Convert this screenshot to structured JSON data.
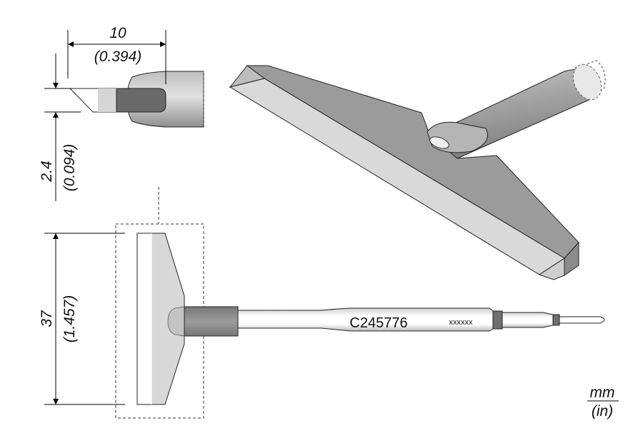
{
  "dimensions": {
    "tip_length": {
      "mm": "10",
      "in": "(0.394)"
    },
    "tip_thickness": {
      "mm": "2.4",
      "in": "(0.094)"
    },
    "blade_width": {
      "mm": "37",
      "in": "(1.457)"
    }
  },
  "cartridge": {
    "part_number": "C245776",
    "serial_placeholder": "xxxxxx"
  },
  "units": {
    "primary": "mm",
    "secondary": "(in)"
  },
  "colors": {
    "dark_gray": "#6e6e6e",
    "mid_gray": "#9a9a9a",
    "light_gray": "#d8d8d8"
  }
}
